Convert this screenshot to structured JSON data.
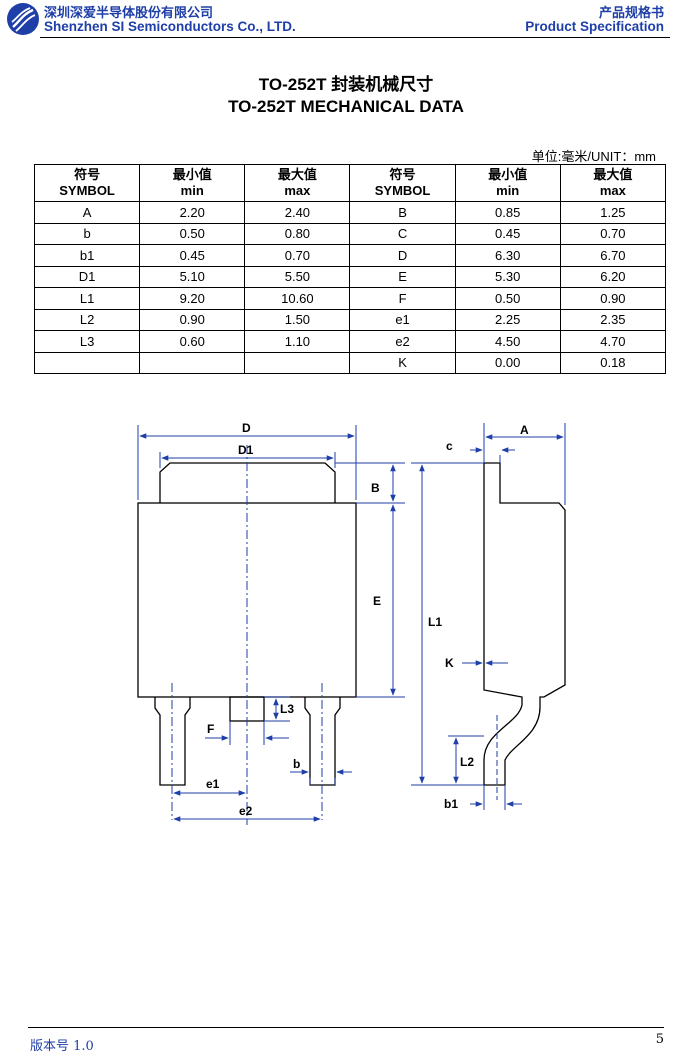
{
  "header": {
    "company_cn": "深圳深爱半导体股份有限公司",
    "company_en": "Shenzhen SI Semiconductors Co., LTD.",
    "doc_type_cn": "产品规格书",
    "doc_type_en": "Product Specification",
    "brand_color": "#1f3fa8"
  },
  "title": {
    "cn": "TO-252T 封装机械尺寸",
    "en": "TO-252T MECHANICAL DATA"
  },
  "unit": "单位:毫米/UNIT：mm",
  "table": {
    "headers": [
      [
        "符号",
        "SYMBOL"
      ],
      [
        "最小值",
        "min"
      ],
      [
        "最大值",
        "max"
      ],
      [
        "符号",
        "SYMBOL"
      ],
      [
        "最小值",
        "min"
      ],
      [
        "最大值",
        "max"
      ]
    ],
    "rows": [
      [
        "A",
        "2.20",
        "2.40",
        "B",
        "0.85",
        "1.25"
      ],
      [
        "b",
        "0.50",
        "0.80",
        "C",
        "0.45",
        "0.70"
      ],
      [
        "b1",
        "0.45",
        "0.70",
        "D",
        "6.30",
        "6.70"
      ],
      [
        "D1",
        "5.10",
        "5.50",
        "E",
        "5.30",
        "6.20"
      ],
      [
        "L1",
        "9.20",
        "10.60",
        "F",
        "0.50",
        "0.90"
      ],
      [
        "L2",
        "0.90",
        "1.50",
        "e1",
        "2.25",
        "2.35"
      ],
      [
        "L3",
        "0.60",
        "1.10",
        "e2",
        "4.50",
        "4.70"
      ],
      [
        "",
        "",
        "",
        "K",
        "0.00",
        "0.18"
      ]
    ]
  },
  "drawing": {
    "labels": {
      "D": "D",
      "D1": "D1",
      "B": "B",
      "E": "E",
      "L3": "L3",
      "F": "F",
      "b": "b",
      "e1": "e1",
      "e2": "e2",
      "A": "A",
      "c": "c",
      "L1": "L1",
      "K": "K",
      "L2": "L2",
      "b1": "b1"
    },
    "dim_color": "#1f3fa8"
  },
  "footer": {
    "version": "版本号 1.0",
    "page": "5"
  }
}
